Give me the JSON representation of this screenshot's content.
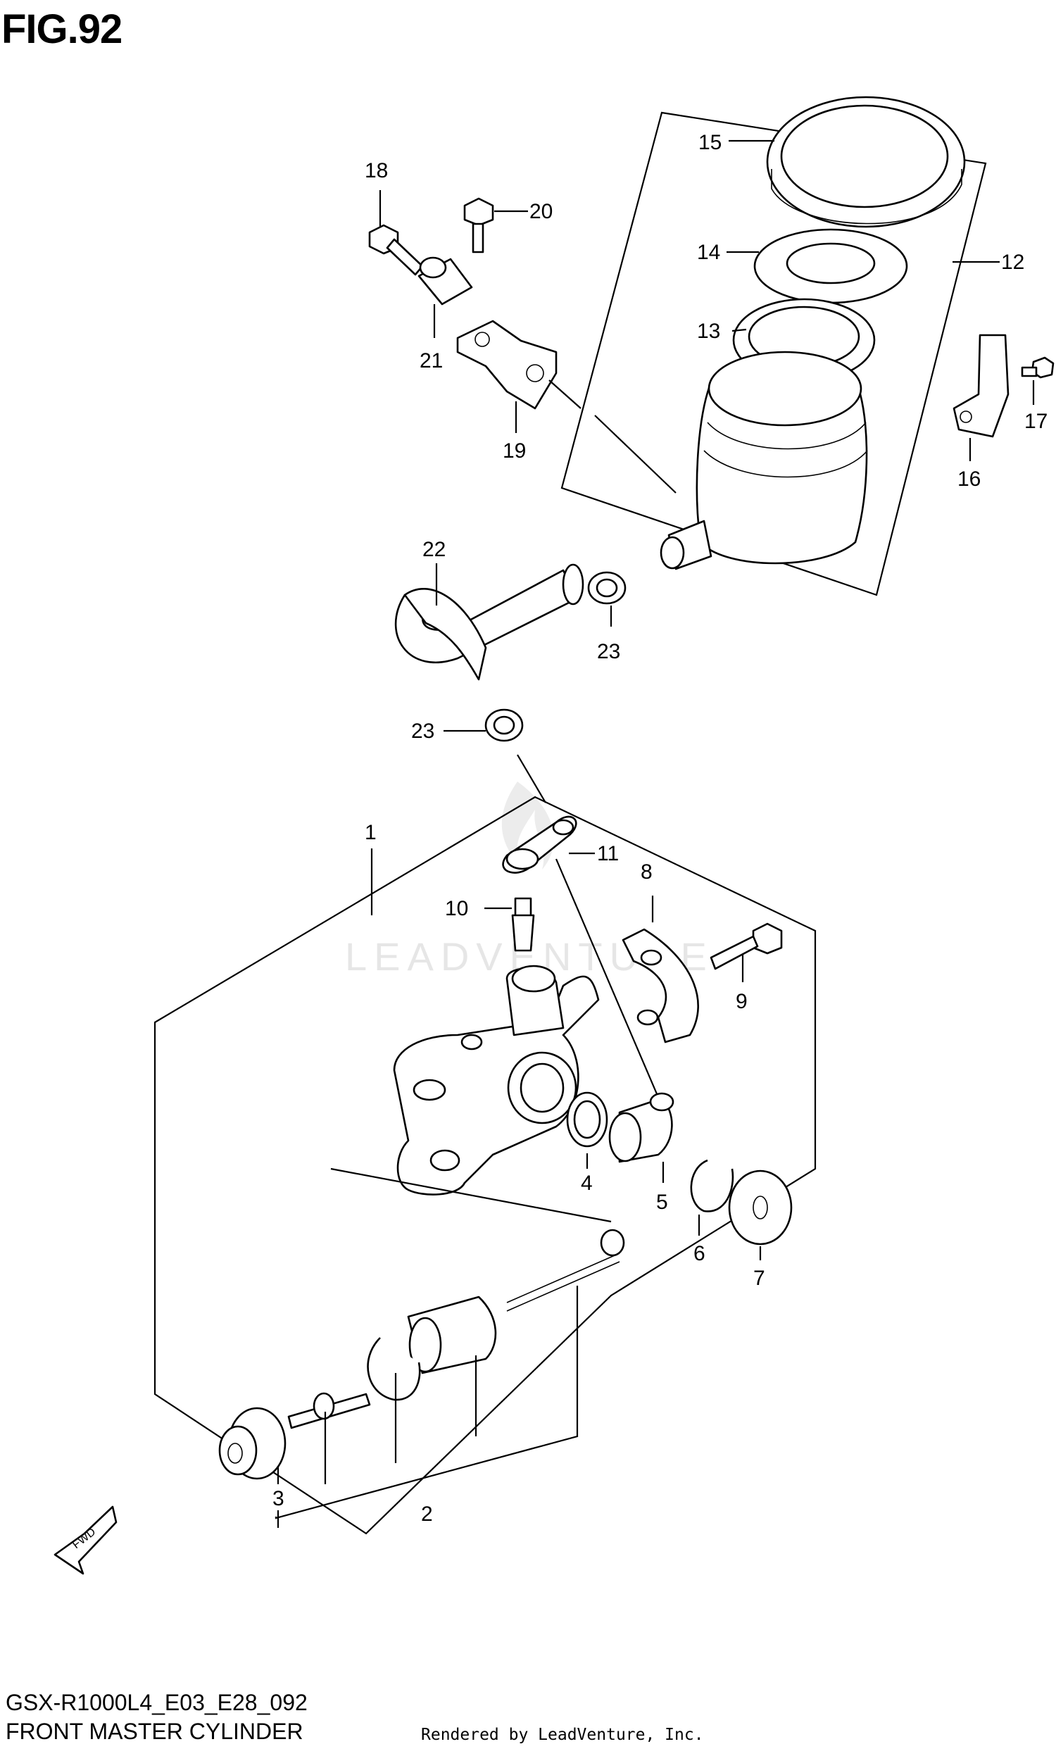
{
  "figure": {
    "title": "FIG.92",
    "code": "GSX-R1000L4_E03_E28_092",
    "name": "FRONT MASTER CYLINDER",
    "rendered_by": "Rendered by LeadVenture, Inc.",
    "watermark": "LEADVENTURE",
    "direction_label": "FWD"
  },
  "callouts": [
    "1",
    "2",
    "3",
    "4",
    "5",
    "6",
    "7",
    "8",
    "9",
    "10",
    "11",
    "12",
    "13",
    "14",
    "15",
    "16",
    "17",
    "18",
    "19",
    "20",
    "21",
    "22",
    "23"
  ]
}
